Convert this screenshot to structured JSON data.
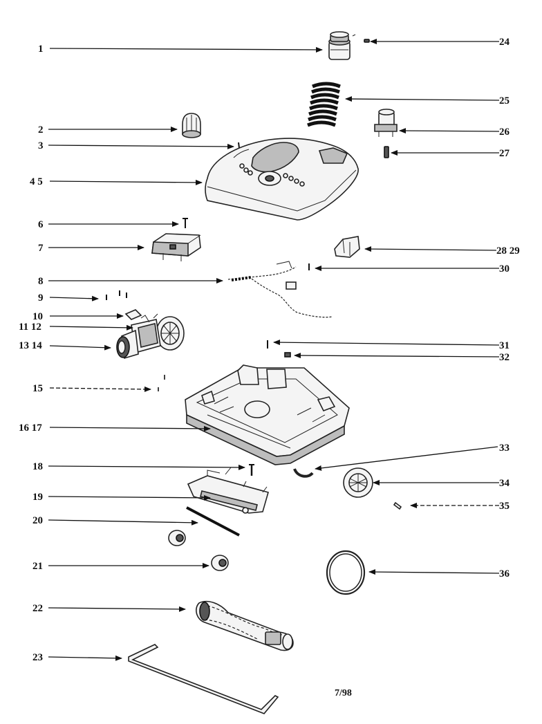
{
  "diagram": {
    "labels": {
      "l1": "1",
      "l2": "2",
      "l3": "3",
      "l45": "4 5",
      "l6": "6",
      "l7": "7",
      "l8": "8",
      "l9": "9",
      "l10": "10",
      "l1112": "11 12",
      "l1314": "13 14",
      "l15": "15",
      "l1617": "16 17",
      "l18": "18",
      "l19": "19",
      "l20": "20",
      "l21": "21",
      "l22": "22",
      "l23": "23",
      "l24": "24",
      "l25": "25",
      "l26": "26",
      "l27": "27",
      "l2829": "28 29",
      "l30": "30",
      "l31": "31",
      "l32": "32",
      "l33": "33",
      "l34": "34",
      "l35": "35",
      "l36": "36"
    },
    "footer": "7/98"
  }
}
